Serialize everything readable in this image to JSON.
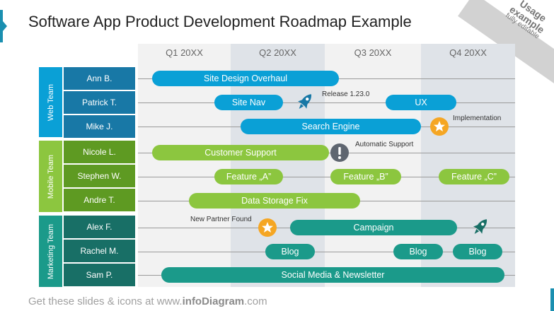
{
  "title": "Software App Product Development Roadmap Example",
  "badge": {
    "line1": "Usage",
    "line2": "example",
    "line3": "fully editable"
  },
  "quarters": [
    "Q1 20XX",
    "Q2 20XX",
    "Q3 20XX",
    "Q4 20XX"
  ],
  "teams": [
    {
      "name": "Web Team",
      "color": "#0aa0d6",
      "people": [
        "Ann B.",
        "Patrick T.",
        "Mike J."
      ]
    },
    {
      "name": "Mobile Team",
      "color": "#8cc63f",
      "people": [
        "Nicole L.",
        "Stephen W.",
        "Andre T."
      ]
    },
    {
      "name": "Marketing Team",
      "color": "#1b9a8a",
      "people": [
        "Alex F.",
        "Rachel M.",
        "Sam P."
      ]
    }
  ],
  "tasks": [
    "Site Design Overhaul",
    "Site Nav",
    "UX",
    "Search Engine",
    "Customer Support",
    "Feature „A”",
    "Feature „B”",
    "Feature „C”",
    "Data Storage Fix",
    "Campaign",
    "Blog",
    "Blog",
    "Blog",
    "Social Media & Newsletter"
  ],
  "notes": {
    "release": "Release 1.23.0",
    "implementation": "Implementation",
    "automatic_support": "Automatic Support",
    "new_partner": "New Partner Found"
  },
  "icons": [
    "rocket-icon",
    "star-icon",
    "exclamation-icon"
  ],
  "footer": {
    "prefix": "Get these slides & icons at www.",
    "brand": "infoDiagram",
    "suffix": ".com"
  },
  "colors": {
    "web": "#0aa0d6",
    "web_person": "#1878a6",
    "mobile": "#8cc63f",
    "mobile_person": "#5e9a22",
    "marketing": "#1b9a8a",
    "marketing_person": "#186f66",
    "star": "#f5a623",
    "alert": "#5f6670",
    "grey_quarter": "#dfe3e8",
    "light_quarter": "#f2f2f2"
  }
}
